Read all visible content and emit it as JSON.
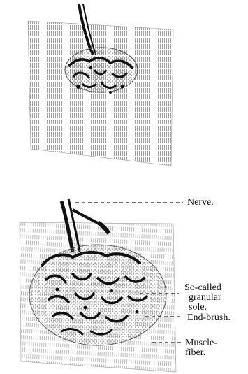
{
  "labels": {
    "nerve": "Nerve.",
    "sole_line1": "So-called",
    "sole_line2": "granular",
    "sole_line3": "sole.",
    "end_brush": "End-brush.",
    "muscle_line1": "Muscle-",
    "muscle_line2": "fiber."
  },
  "colors": {
    "ink": "#111111",
    "paper": "#ffffff",
    "hatch": "#6b6b6b"
  }
}
